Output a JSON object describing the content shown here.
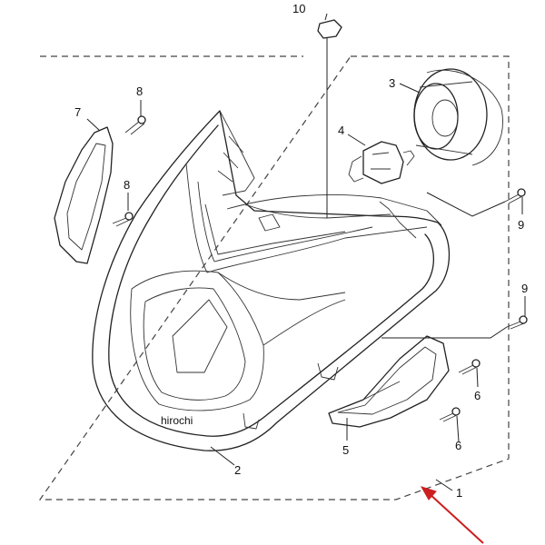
{
  "parts": [
    {
      "id": "callout-1",
      "label": "1"
    },
    {
      "id": "callout-2",
      "label": "2"
    },
    {
      "id": "callout-3",
      "label": "3"
    },
    {
      "id": "callout-4",
      "label": "4"
    },
    {
      "id": "callout-5",
      "label": "5"
    },
    {
      "id": "callout-6a",
      "label": "6"
    },
    {
      "id": "callout-6b",
      "label": "6"
    },
    {
      "id": "callout-7",
      "label": "7"
    },
    {
      "id": "callout-8a",
      "label": "8"
    },
    {
      "id": "callout-8b",
      "label": "8"
    },
    {
      "id": "callout-9a",
      "label": "9"
    },
    {
      "id": "callout-9b",
      "label": "9"
    },
    {
      "id": "callout-10",
      "label": "10"
    }
  ],
  "watermark": "hirochi",
  "colors": {
    "line": "#222222",
    "arrow": "#cc1f1f",
    "background": "#ffffff"
  }
}
